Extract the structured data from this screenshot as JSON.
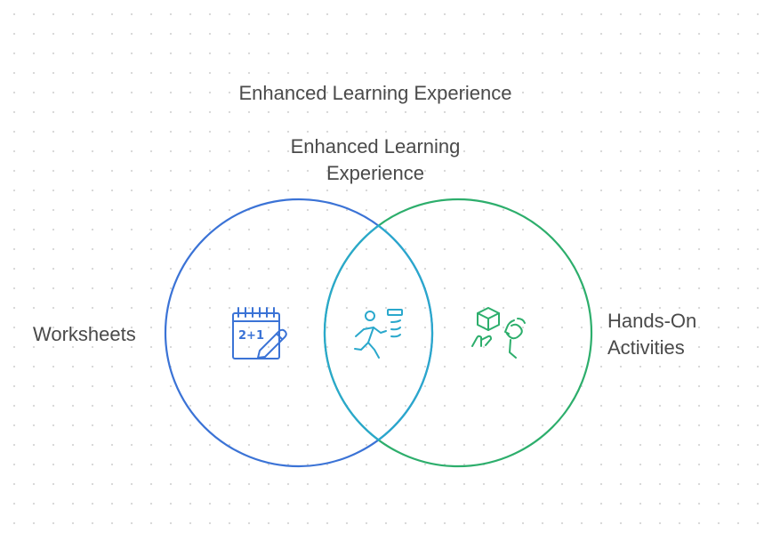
{
  "title": "Enhanced Learning Experience",
  "intersection_label": "Enhanced Learning Experience",
  "sets": [
    {
      "label": "Worksheets",
      "color": "#3B73D6",
      "icon": "calendar-math-pencil-icon"
    },
    {
      "label": "Hands-On Activities",
      "color": "#2DAE6C",
      "icon": "hand-cube-head-icon"
    }
  ],
  "intersection": {
    "color": "#2AA8CC",
    "icon": "running-person-icon"
  },
  "icon_math_text": "2+1"
}
